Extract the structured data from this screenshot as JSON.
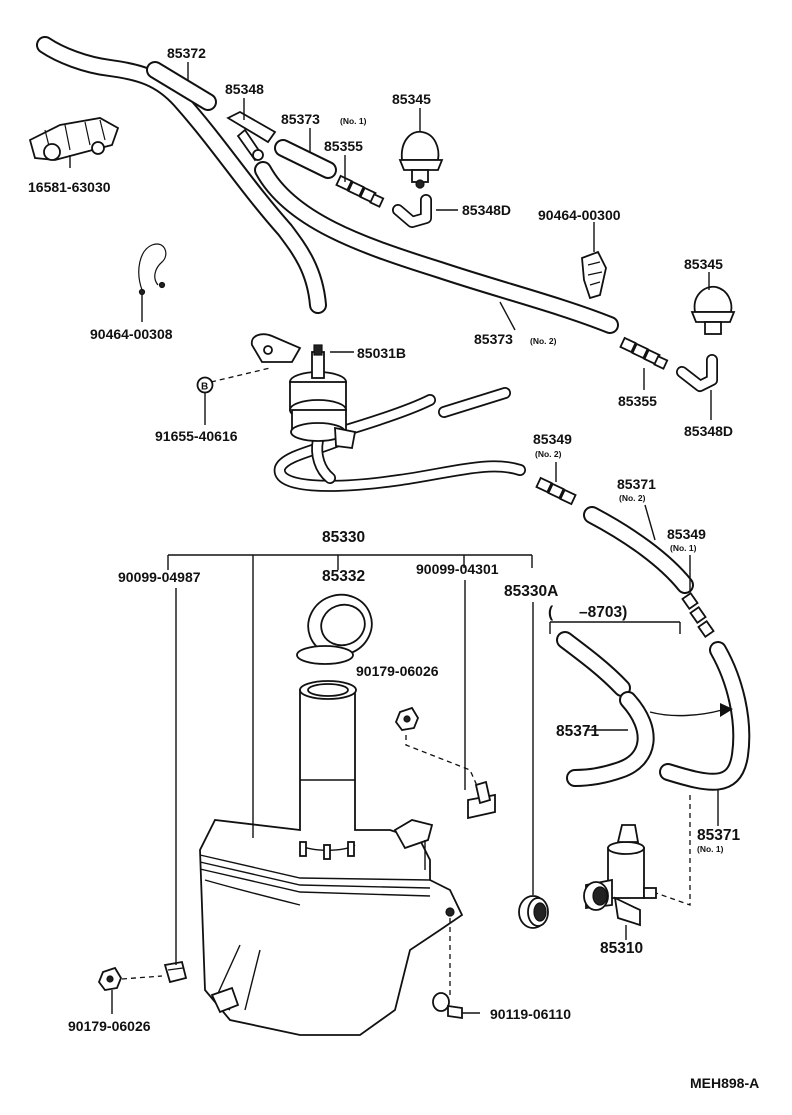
{
  "labels": {
    "p85372": "85372",
    "p85348": "85348",
    "p85373": "85373",
    "no1_a": "(No. 1)",
    "p85345_a": "85345",
    "p85355_a": "85355",
    "p16581": "16581-63030",
    "p85348D_a": "85348D",
    "p90464_00300": "90464-00300",
    "p85345_b": "85345",
    "p90464_00308": "90464-00308",
    "p85373_no2": "85373",
    "no2_a": "(No. 2)",
    "p85031B": "85031B",
    "p85355_b": "85355",
    "p91655": "91655-40616",
    "p85348D_b": "85348D",
    "p85349_a": "85349",
    "no2_b": "(No. 2)",
    "p85371_a": "85371",
    "no2_c": "(No. 2)",
    "p85330": "85330",
    "p85349_b": "85349",
    "no1_b": "(No. 1)",
    "p90099_04987": "90099-04987",
    "p85332": "85332",
    "p90099_04301": "90099-04301",
    "p85330A": "85330A",
    "date_range": "(      –8703)",
    "p90179_a": "90179-06026",
    "p85371_b": "85371",
    "p85371_c": "85371",
    "no1_c": "(No. 1)",
    "p85310": "85310",
    "p90179_b": "90179-06026",
    "p90119": "90119-06110",
    "diagram_code": "MEH898-A",
    "bolt_mark": "B"
  }
}
